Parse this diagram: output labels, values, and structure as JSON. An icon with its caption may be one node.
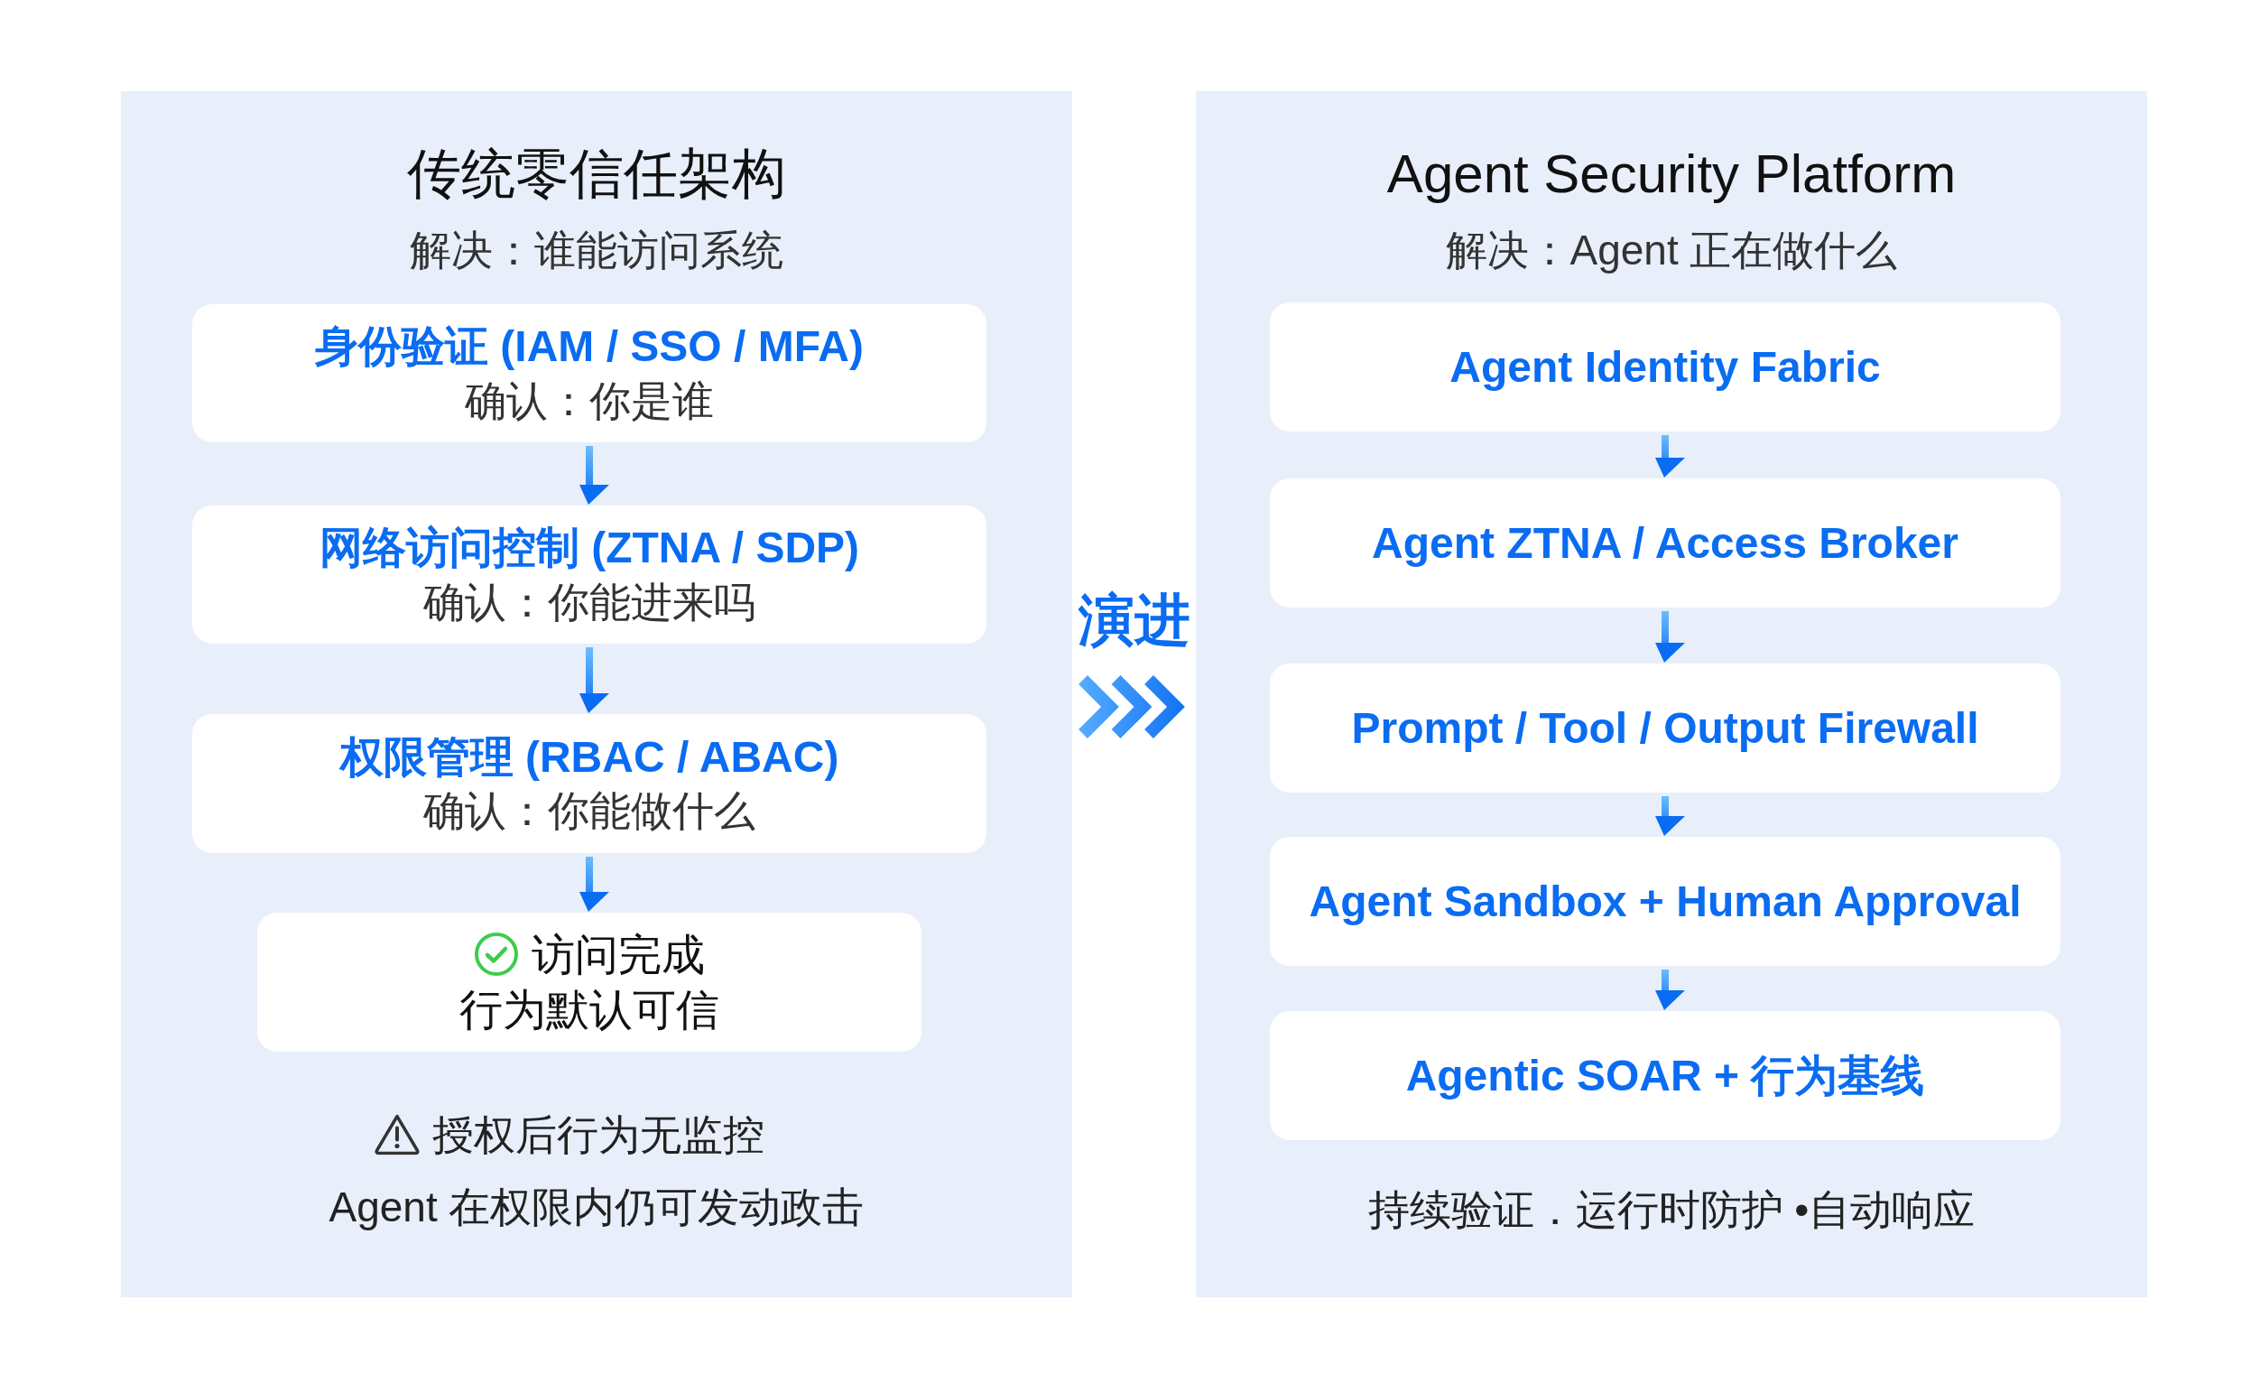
{
  "diagram": {
    "nodes": [
      {
        "text": [
          "传统零信任架构",
          "解决：谁能访问系统",
          "授权后行为无监控",
          "Agent 在权限内仍可发动政击"
        ]
      },
      {
        "text": [
          "身份验证 (IAM / SSO / MFA)",
          "确认：你是谁"
        ],
        "in": 0
      },
      {
        "text": [
          "网络访问控制 (ZTNA / SDP)",
          "确认：你能进来吗"
        ],
        "in": 0
      },
      {
        "text": [
          "权限管理 (RBAC / ABAC)",
          "确认：你能做什么"
        ],
        "in": 0
      },
      {
        "text": [
          "访问完成",
          "行为默认可信"
        ],
        "in": 0
      },
      {
        "text": [
          "Agent Security Platform",
          "解决：Agent 正在做什么",
          "持续验证．运行时防护 •自动响应"
        ]
      },
      {
        "text": [
          "Agent Identity Fabric"
        ],
        "in": 5
      },
      {
        "text": [
          "Agent ZTNA / Access Broker"
        ],
        "in": 5
      },
      {
        "text": [
          "Prompt / Tool / Output Firewall"
        ],
        "in": 5
      },
      {
        "text": [
          "Agent Sandbox + Human Approval"
        ],
        "in": 5
      },
      {
        "text": [
          "Agentic SOAR + 行为基线"
        ],
        "in": 5
      }
    ],
    "edges": [
      {
        "from": 0,
        "to": 5,
        "arrow": "to",
        "label": "演进"
      },
      {
        "from": 1,
        "to": 2,
        "arrow": "to"
      },
      {
        "from": 2,
        "to": 3,
        "arrow": "to"
      },
      {
        "from": 3,
        "to": 4,
        "arrow": "to"
      },
      {
        "from": 6,
        "to": 7,
        "arrow": "to"
      },
      {
        "from": 7,
        "to": 8,
        "arrow": "to"
      },
      {
        "from": 8,
        "to": 9,
        "arrow": "to"
      },
      {
        "from": 9,
        "to": 10,
        "arrow": "to"
      }
    ]
  }
}
